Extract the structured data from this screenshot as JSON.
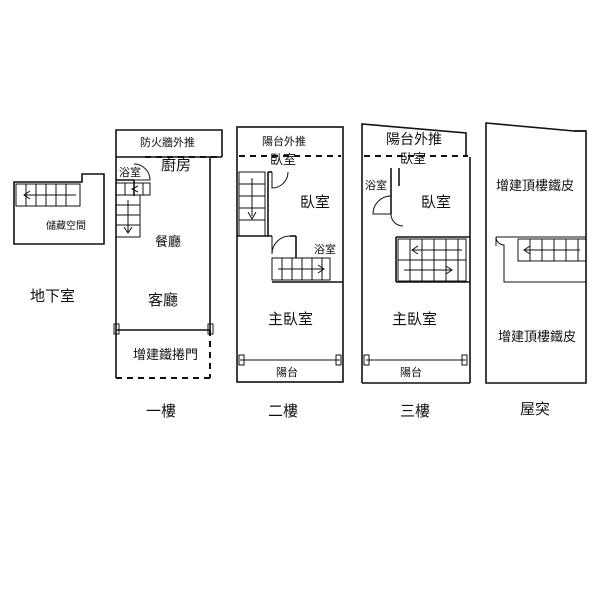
{
  "floors": {
    "basement": {
      "title": "地下室",
      "storage": "儲藏空間"
    },
    "first": {
      "title": "一樓",
      "firewall_note": "防火牆外推",
      "kitchen": "廚房",
      "bath": "浴室",
      "dining": "餐廳",
      "living": "客廳",
      "shutter": "增建鐵捲門"
    },
    "second": {
      "title": "二樓",
      "balcony_note": "陽台外推",
      "bedroom_front": "臥室",
      "bedroom": "臥室",
      "bath": "浴室",
      "master": "主臥室",
      "balcony": "陽台"
    },
    "third": {
      "title": "三樓",
      "balcony_note": "陽台外推",
      "bedroom_front": "臥室",
      "bath": "浴室",
      "bedroom": "臥室",
      "master": "主臥室",
      "balcony": "陽台"
    },
    "roof": {
      "title": "屋突",
      "sheet_top": "增建頂樓鐵皮",
      "sheet_bottom": "增建頂樓鐵皮"
    }
  }
}
